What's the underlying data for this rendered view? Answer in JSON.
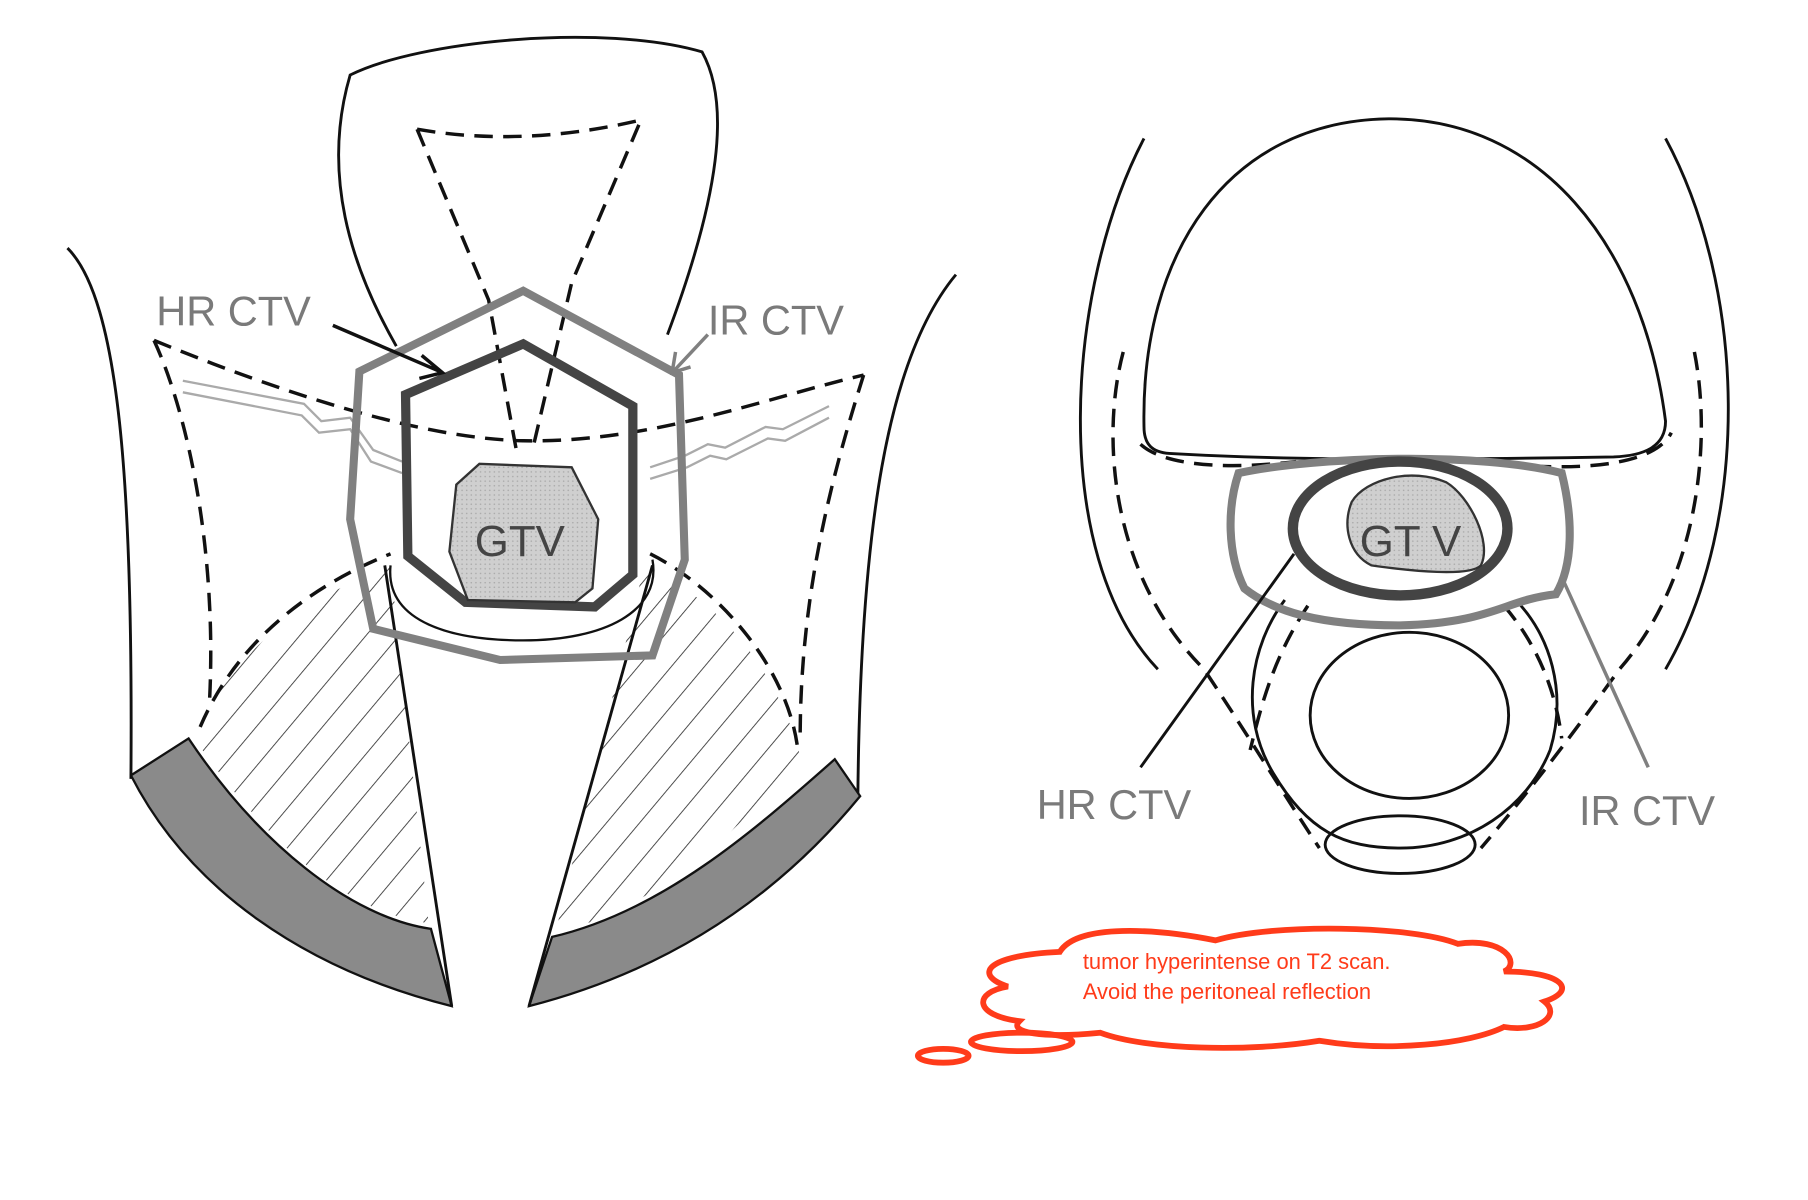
{
  "left_figure": {
    "labels": {
      "hr_ctv": "HR CTV",
      "ir_ctv": "IR CTV",
      "gtv": "GTV"
    }
  },
  "right_figure": {
    "labels": {
      "hr_ctv": "HR CTV",
      "ir_ctv": "IR CTV",
      "gtv": "GT V"
    }
  },
  "annotation": {
    "line1": "tumor hyperintense on T2 scan.",
    "line2": "Avoid the peritoneal reflection",
    "color": "#ff3b1a"
  },
  "colors": {
    "hr_ctv": "#444444",
    "ir_ctv": "#808080",
    "gtv_fill": "#cccccc",
    "band": "#8a8a8a"
  }
}
